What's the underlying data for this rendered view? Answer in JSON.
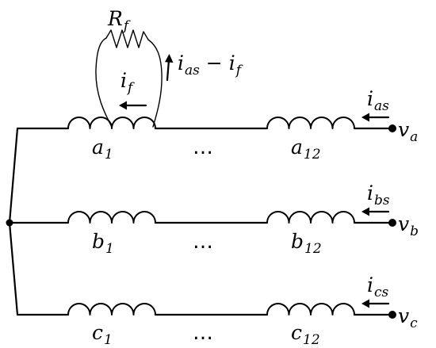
{
  "phase_a": {
    "coil_start": "a",
    "coil_start_sub": "1",
    "coil_end": "a",
    "coil_end_sub": "12",
    "current": "i",
    "current_sub": "as",
    "voltage": "v",
    "voltage_sub": "a"
  },
  "phase_b": {
    "coil_start": "b",
    "coil_start_sub": "1",
    "coil_end": "b",
    "coil_end_sub": "12",
    "current": "i",
    "current_sub": "bs",
    "voltage": "v",
    "voltage_sub": "b"
  },
  "phase_c": {
    "coil_start": "c",
    "coil_start_sub": "1",
    "coil_end": "c",
    "coil_end_sub": "12",
    "current": "i",
    "current_sub": "cs",
    "voltage": "v",
    "voltage_sub": "c"
  },
  "fault": {
    "resistor": "R",
    "resistor_sub": "f",
    "fault_current": "i",
    "fault_current_sub": "f",
    "diff_current_a": "i",
    "diff_current_a_sub": "as",
    "diff_minus": " − ",
    "diff_current_b": "i",
    "diff_current_b_sub": "f"
  },
  "ellipsis": "…"
}
